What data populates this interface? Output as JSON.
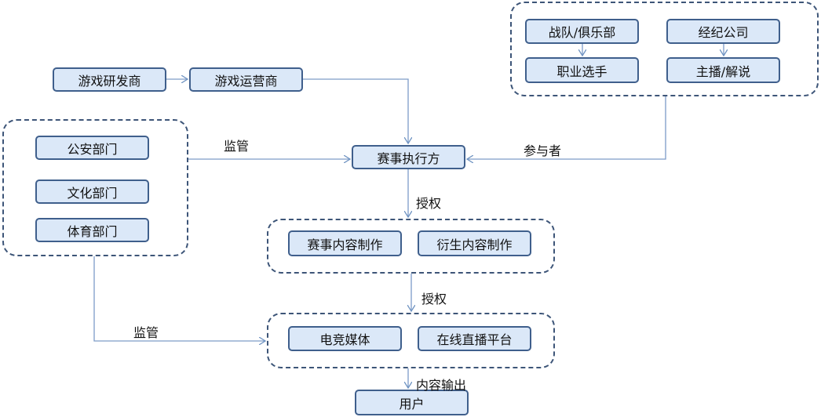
{
  "nodes": {
    "developer": "游戏研发商",
    "operator": "游戏运营商",
    "police": "公安部门",
    "culture": "文化部门",
    "sports": "体育部门",
    "organizer": "赛事执行方",
    "team": "战队/俱乐部",
    "player": "职业选手",
    "agency": "经纪公司",
    "streamer": "主播/解说",
    "event_content": "赛事内容制作",
    "derived_content": "衍生内容制作",
    "media": "电竞媒体",
    "live_platform": "在线直播平台",
    "user": "用户"
  },
  "edges": {
    "supervise_1": "监管",
    "participants": "参与者",
    "authorize_1": "授权",
    "authorize_2": "授权",
    "supervise_2": "监管",
    "content_output": "内容输出"
  }
}
